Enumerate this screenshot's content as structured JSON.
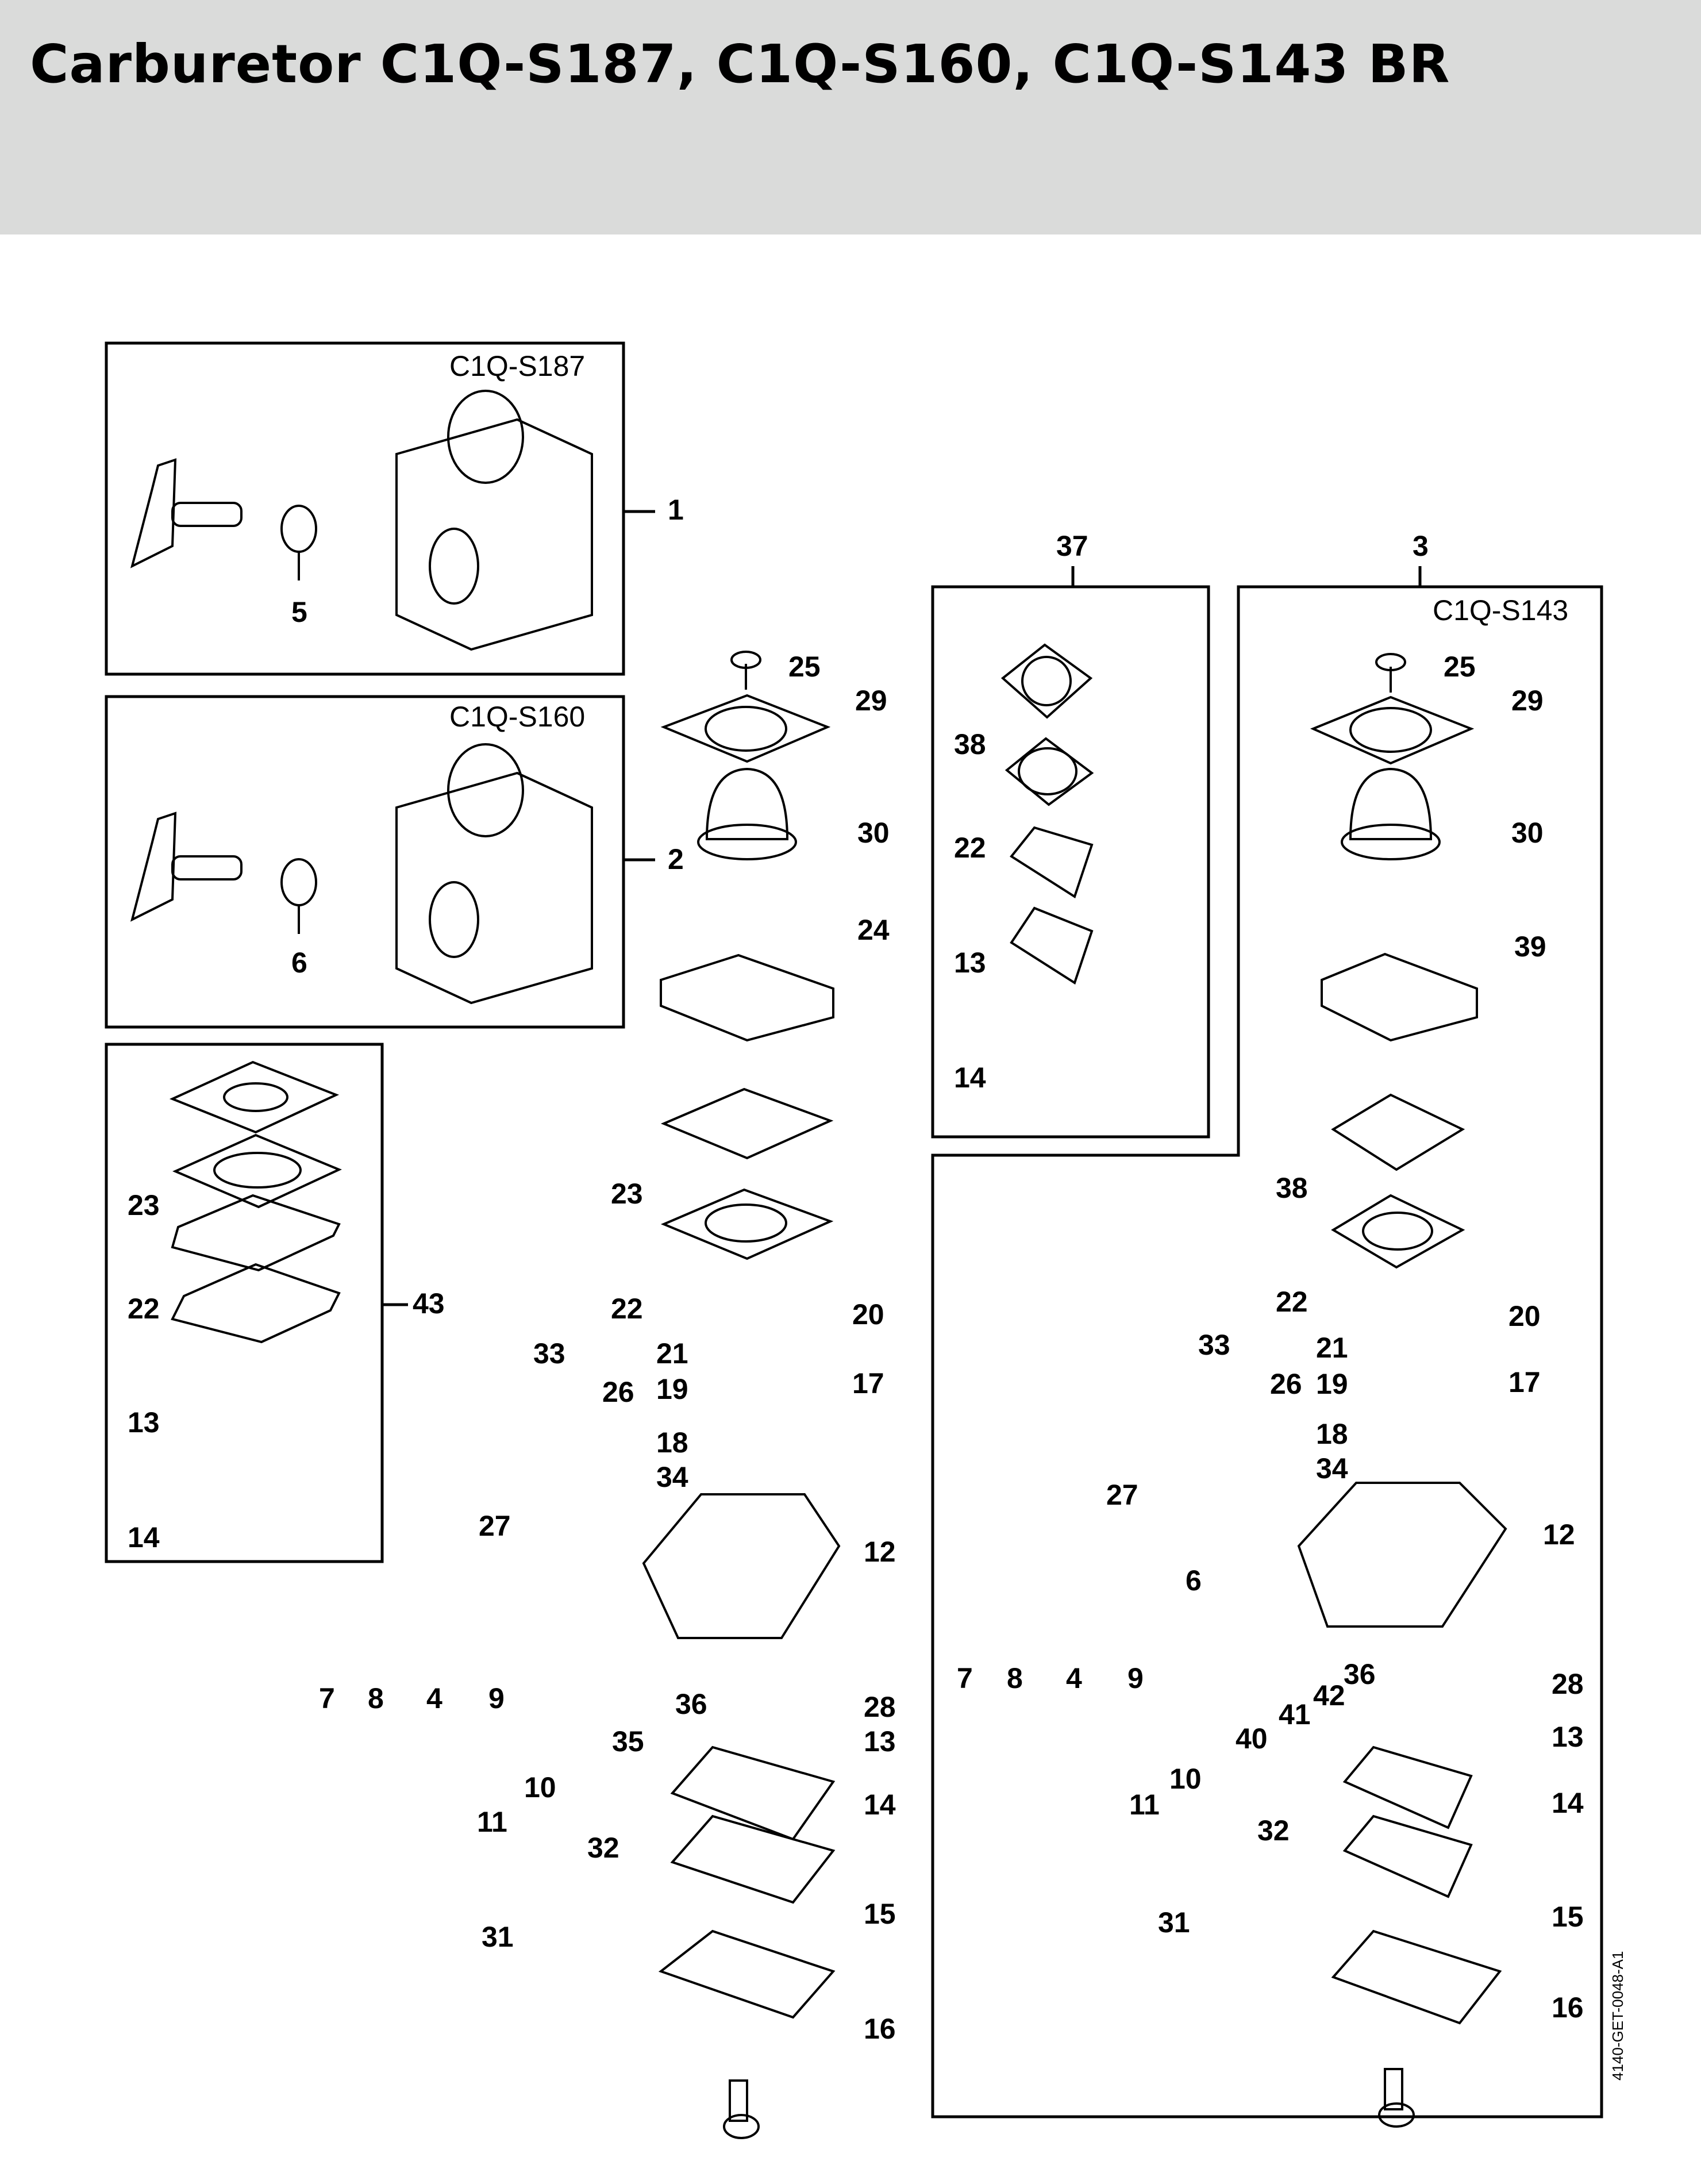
{
  "header": {
    "title": "Carburetor C1Q-S187, C1Q-S160, C1Q-S143 BR",
    "background": "#dadbda"
  },
  "groups": [
    {
      "id": "box-1",
      "ref": "1",
      "model": "C1Q-S187",
      "parts": [
        "5"
      ]
    },
    {
      "id": "box-2",
      "ref": "2",
      "model": "C1Q-S160",
      "parts": [
        "6"
      ]
    },
    {
      "id": "box-43",
      "ref": "43",
      "model": "",
      "parts": [
        "23",
        "22",
        "13",
        "14"
      ]
    },
    {
      "id": "box-37",
      "ref": "37",
      "model": "",
      "parts": [
        "38",
        "22",
        "13",
        "14"
      ]
    },
    {
      "id": "box-3",
      "ref": "3",
      "model": "C1Q-S143",
      "parts": [
        "25",
        "29",
        "30",
        "39",
        "38",
        "22",
        "21",
        "20",
        "19",
        "17",
        "18",
        "34",
        "33",
        "26",
        "27",
        "12",
        "6",
        "7",
        "8",
        "4",
        "9",
        "36",
        "42",
        "41",
        "40",
        "28",
        "13",
        "10",
        "11",
        "14",
        "32",
        "31",
        "15",
        "16"
      ]
    }
  ],
  "labels": {
    "box1_model": "C1Q-S187",
    "box2_model": "C1Q-S160",
    "box3_model": "C1Q-S143",
    "ref_1": "1",
    "ref_2": "2",
    "ref_3": "3",
    "ref_37": "37",
    "ref_43": "43",
    "b1_5": "5",
    "b2_6": "6",
    "b43_23": "23",
    "b43_22": "22",
    "b43_13": "13",
    "b43_14": "14",
    "b37_38": "38",
    "b37_22": "22",
    "b37_13": "13",
    "b37_14": "14",
    "m_25": "25",
    "m_29": "29",
    "m_30": "30",
    "m_24": "24",
    "m_23": "23",
    "m_22": "22",
    "m_21": "21",
    "m_20": "20",
    "m_19": "19",
    "m_17": "17",
    "m_18": "18",
    "m_34": "34",
    "m_33": "33",
    "m_26": "26",
    "m_27": "27",
    "m_12": "12",
    "m_7": "7",
    "m_8": "8",
    "m_4": "4",
    "m_9": "9",
    "m_36": "36",
    "m_35": "35",
    "m_28": "28",
    "m_13": "13",
    "m_10": "10",
    "m_11": "11",
    "m_14": "14",
    "m_32": "32",
    "m_31": "31",
    "m_15": "15",
    "m_16": "16",
    "r_25": "25",
    "r_29": "29",
    "r_30": "30",
    "r_39": "39",
    "r_38": "38",
    "r_22": "22",
    "r_21": "21",
    "r_20": "20",
    "r_19": "19",
    "r_17": "17",
    "r_18": "18",
    "r_34": "34",
    "r_33": "33",
    "r_26": "26",
    "r_27": "27",
    "r_12": "12",
    "r_6": "6",
    "r_7": "7",
    "r_8": "8",
    "r_4": "4",
    "r_9": "9",
    "r_36": "36",
    "r_42": "42",
    "r_41": "41",
    "r_40": "40",
    "r_28": "28",
    "r_13": "13",
    "r_10": "10",
    "r_11": "11",
    "r_14": "14",
    "r_32": "32",
    "r_31": "31",
    "r_15": "15",
    "r_16": "16"
  },
  "document_id": "4140-GET-0048-A1"
}
